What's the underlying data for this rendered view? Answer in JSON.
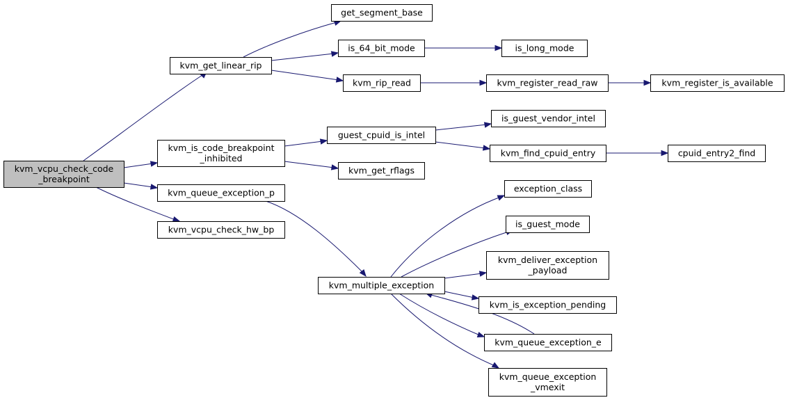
{
  "graph": {
    "colors": {
      "edge": "#191970",
      "root_fill": "#bfbfbf",
      "node_fill": "#ffffff",
      "node_border": "#000000"
    },
    "nodes": [
      {
        "id": "root",
        "lines": [
          "kvm_vcpu_check_code",
          "_breakpoint"
        ],
        "root": true
      },
      {
        "id": "linear_rip",
        "lines": [
          "kvm_get_linear_rip"
        ]
      },
      {
        "id": "code_bp_inhibited",
        "lines": [
          "kvm_is_code_breakpoint",
          "_inhibited"
        ]
      },
      {
        "id": "queue_exc_p",
        "lines": [
          "kvm_queue_exception_p"
        ]
      },
      {
        "id": "check_hw_bp",
        "lines": [
          "kvm_vcpu_check_hw_bp"
        ]
      },
      {
        "id": "seg_base",
        "lines": [
          "get_segment_base"
        ]
      },
      {
        "id": "is64",
        "lines": [
          "is_64_bit_mode"
        ]
      },
      {
        "id": "is_long",
        "lines": [
          "is_long_mode"
        ]
      },
      {
        "id": "rip_read",
        "lines": [
          "kvm_rip_read"
        ]
      },
      {
        "id": "reg_read_raw",
        "lines": [
          "kvm_register_read_raw"
        ]
      },
      {
        "id": "reg_avail",
        "lines": [
          "kvm_register_is_available"
        ]
      },
      {
        "id": "cpuid_intel",
        "lines": [
          "guest_cpuid_is_intel"
        ]
      },
      {
        "id": "vendor_intel",
        "lines": [
          "is_guest_vendor_intel"
        ]
      },
      {
        "id": "find_cpuid",
        "lines": [
          "kvm_find_cpuid_entry"
        ]
      },
      {
        "id": "cpuid2_find",
        "lines": [
          "cpuid_entry2_find"
        ]
      },
      {
        "id": "rflags",
        "lines": [
          "kvm_get_rflags"
        ]
      },
      {
        "id": "multiple_exc",
        "lines": [
          "kvm_multiple_exception"
        ]
      },
      {
        "id": "exc_class",
        "lines": [
          "exception_class"
        ]
      },
      {
        "id": "guest_mode",
        "lines": [
          "is_guest_mode"
        ]
      },
      {
        "id": "deliver_payload",
        "lines": [
          "kvm_deliver_exception",
          "_payload"
        ]
      },
      {
        "id": "exc_pending",
        "lines": [
          "kvm_is_exception_pending"
        ]
      },
      {
        "id": "queue_exc_e",
        "lines": [
          "kvm_queue_exception_e"
        ]
      },
      {
        "id": "queue_exc_vmexit",
        "lines": [
          "kvm_queue_exception",
          "_vmexit"
        ]
      }
    ],
    "edges": [
      {
        "from": "root",
        "to": "linear_rip"
      },
      {
        "from": "root",
        "to": "code_bp_inhibited"
      },
      {
        "from": "root",
        "to": "queue_exc_p"
      },
      {
        "from": "root",
        "to": "check_hw_bp"
      },
      {
        "from": "linear_rip",
        "to": "seg_base"
      },
      {
        "from": "linear_rip",
        "to": "is64"
      },
      {
        "from": "linear_rip",
        "to": "rip_read"
      },
      {
        "from": "is64",
        "to": "is_long"
      },
      {
        "from": "rip_read",
        "to": "reg_read_raw"
      },
      {
        "from": "reg_read_raw",
        "to": "reg_avail"
      },
      {
        "from": "code_bp_inhibited",
        "to": "cpuid_intel"
      },
      {
        "from": "code_bp_inhibited",
        "to": "rflags"
      },
      {
        "from": "cpuid_intel",
        "to": "vendor_intel"
      },
      {
        "from": "cpuid_intel",
        "to": "find_cpuid"
      },
      {
        "from": "find_cpuid",
        "to": "cpuid2_find"
      },
      {
        "from": "queue_exc_p",
        "to": "multiple_exc"
      },
      {
        "from": "multiple_exc",
        "to": "exc_class"
      },
      {
        "from": "multiple_exc",
        "to": "guest_mode"
      },
      {
        "from": "multiple_exc",
        "to": "deliver_payload"
      },
      {
        "from": "multiple_exc",
        "to": "exc_pending"
      },
      {
        "from": "multiple_exc",
        "to": "queue_exc_e"
      },
      {
        "from": "multiple_exc",
        "to": "queue_exc_vmexit"
      },
      {
        "from": "queue_exc_e",
        "to": "multiple_exc"
      }
    ]
  }
}
